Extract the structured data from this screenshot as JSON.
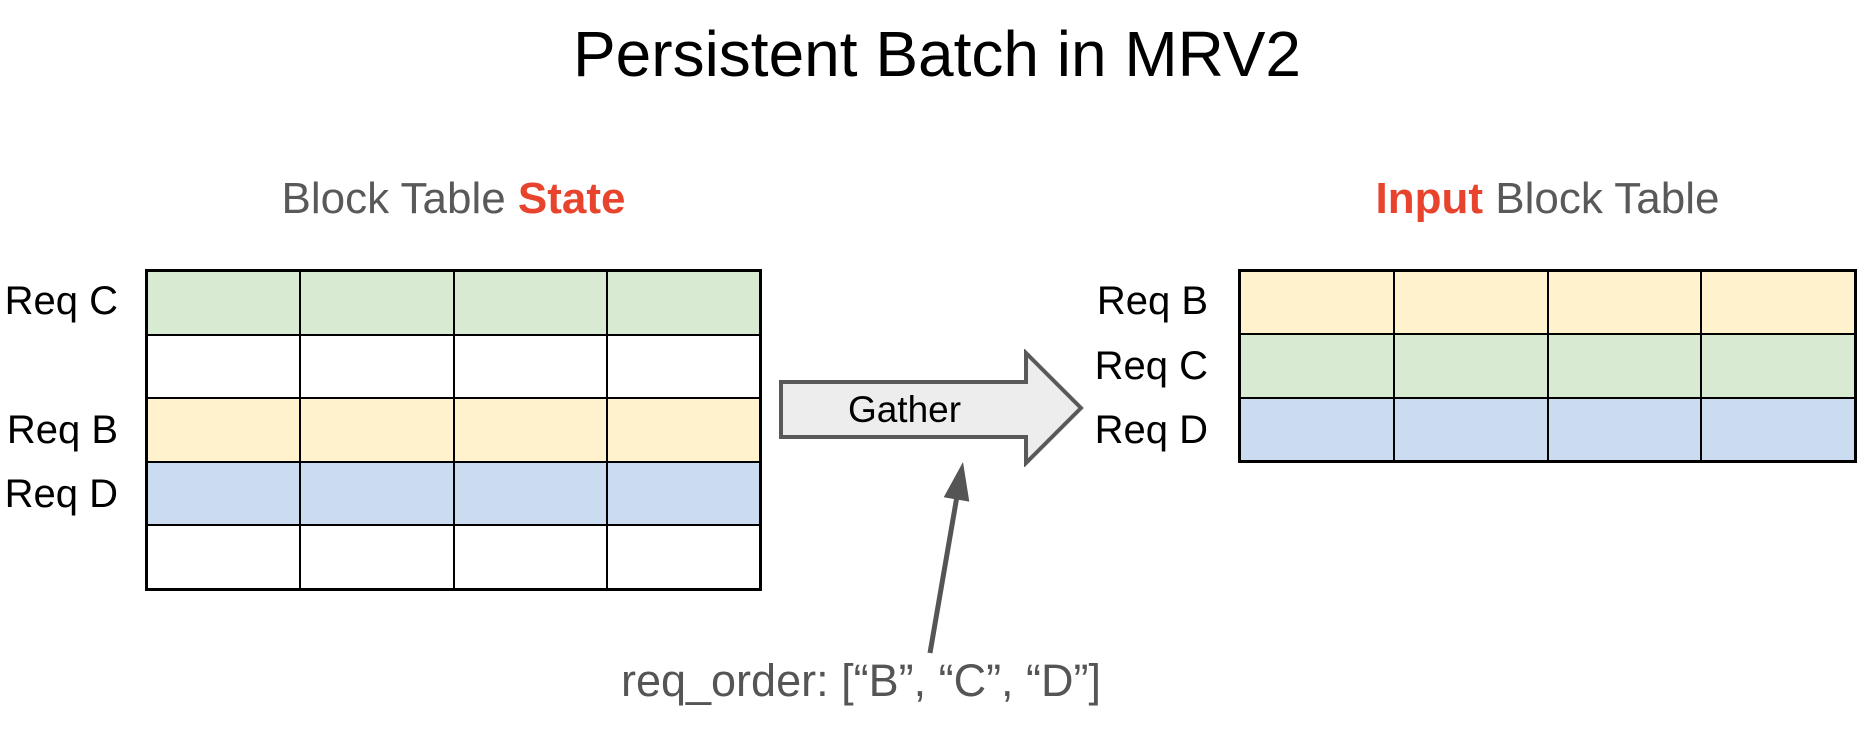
{
  "title": "Persistent Batch in MRV2",
  "left_table": {
    "header": [
      {
        "text": "Block Table ",
        "style": "gray"
      },
      {
        "text": "State",
        "style": "red"
      }
    ],
    "cols": 4,
    "rows": [
      {
        "label": "Req C",
        "color": "#d9ead3"
      },
      {
        "label": "",
        "color": "#ffffff"
      },
      {
        "label": "Req B",
        "color": "#fff2cc"
      },
      {
        "label": "Req D",
        "color": "#cbdcf1"
      },
      {
        "label": "",
        "color": "#ffffff"
      }
    ]
  },
  "right_table": {
    "header": [
      {
        "text": "Input",
        "style": "red"
      },
      {
        "text": " Block Table",
        "style": "gray"
      }
    ],
    "cols": 4,
    "rows": [
      {
        "label": "Req B",
        "color": "#fff2cc"
      },
      {
        "label": "Req C",
        "color": "#d9ead3"
      },
      {
        "label": "Req D",
        "color": "#cbdcf1"
      }
    ]
  },
  "gather_arrow": {
    "label": "Gather"
  },
  "annotation": {
    "text": "req_order: [“B”, “C”, “D”]"
  },
  "colors": {
    "accent_red": "#e8432d",
    "header_gray": "#595959",
    "annotation_gray": "#555555",
    "arrow_fill": "#ededed",
    "arrow_border": "#595959",
    "table_border": "#000000",
    "row_green": "#d9ead3",
    "row_yellow": "#fff2cc",
    "row_blue": "#cbdcf1",
    "row_white": "#ffffff"
  }
}
